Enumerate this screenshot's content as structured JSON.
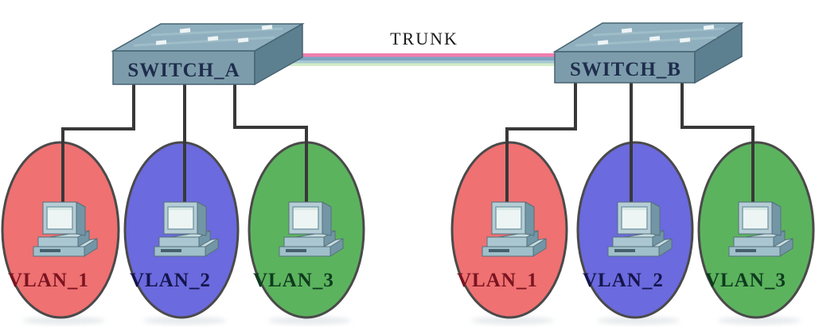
{
  "diagram_type": "vlan-trunking-network-topology",
  "trunk": {
    "label": "TRUNK",
    "colors": [
      "#f07fae",
      "#7da5c2",
      "#a7c8d2",
      "#d2ecca"
    ]
  },
  "switches": {
    "a": {
      "label": "SWITCH_A",
      "icon": "switch-icon"
    },
    "b": {
      "label": "SWITCH_B",
      "icon": "switch-icon"
    }
  },
  "switch_colors": {
    "top": "#8fafbe",
    "front": "#7d9cab",
    "side": "#5d8090",
    "outline": "#466371",
    "label_text": "#1e2d4d"
  },
  "vlans": {
    "a1": {
      "label": "VLAN_1",
      "fill": "#ef7172",
      "text_color": "#7a1420",
      "device": "desktop-computer-icon"
    },
    "a2": {
      "label": "VLAN_2",
      "fill": "#6b6ade",
      "text_color": "#15154d",
      "device": "desktop-computer-icon"
    },
    "a3": {
      "label": "VLAN_3",
      "fill": "#5cb35e",
      "text_color": "#0e3b1e",
      "device": "desktop-computer-icon"
    },
    "b1": {
      "label": "VLAN_1",
      "fill": "#ef7172",
      "text_color": "#7a1420",
      "device": "desktop-computer-icon"
    },
    "b2": {
      "label": "VLAN_2",
      "fill": "#6b6ade",
      "text_color": "#15154d",
      "device": "desktop-computer-icon"
    },
    "b3": {
      "label": "VLAN_3",
      "fill": "#5cb35e",
      "text_color": "#0e3b1e",
      "device": "desktop-computer-icon"
    }
  },
  "connector_color": "#383838",
  "ellipse_outline": "#4a4a4a"
}
